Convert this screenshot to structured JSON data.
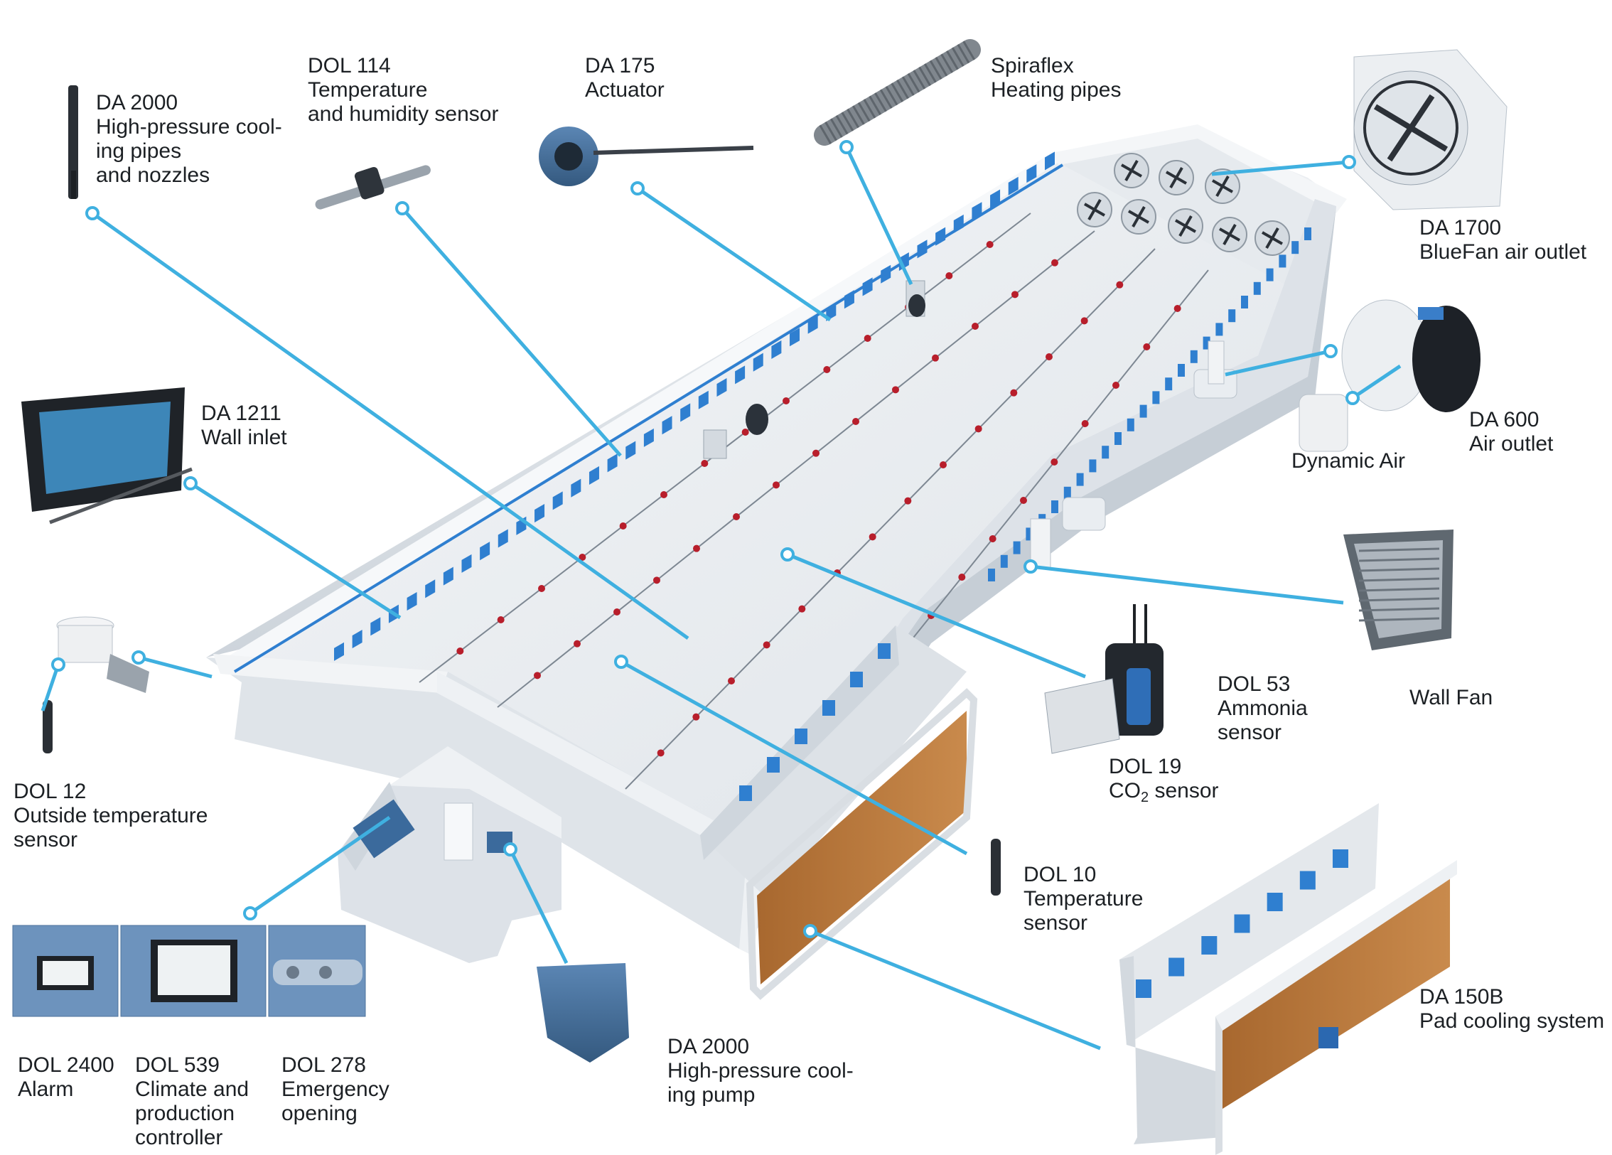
{
  "colors": {
    "callout": "#3fb0e0",
    "barn_wall": "#e9edf1",
    "barn_shadow": "#c9d0d7",
    "window_blue": "#2f7fd0",
    "pad_brown": "#b9793e",
    "device_blue": "#3f6e9f",
    "nozzle_red": "#b81e2b"
  },
  "labels": {
    "da2000_pipes": [
      "DA 2000",
      "High-pressure cool-",
      "ing pipes",
      "and nozzles"
    ],
    "dol114": [
      "DOL 114",
      "Temperature",
      "and humidity sensor"
    ],
    "da175": [
      "DA 175",
      "Actuator"
    ],
    "spiraflex": [
      "Spiraflex",
      "Heating pipes"
    ],
    "da1700": [
      "DA 1700",
      "BlueFan air outlet"
    ],
    "da600": [
      "DA 600",
      "Air outlet"
    ],
    "dynamic_air": [
      "Dynamic Air"
    ],
    "da1211": [
      "DA 1211",
      "Wall inlet"
    ],
    "wall_fan": [
      "Wall Fan"
    ],
    "dol53": [
      "DOL 53",
      "Ammonia",
      "sensor"
    ],
    "dol19_line1": "DOL 19",
    "dol19_co": "CO",
    "dol19_sub": "2",
    "dol19_sensor": " sensor",
    "dol12": [
      "DOL 12",
      "Outside temperature",
      "sensor"
    ],
    "dol10": [
      "DOL 10",
      "Temperature",
      "sensor"
    ],
    "dol2400": [
      "DOL 2400",
      "Alarm"
    ],
    "dol539": [
      "DOL 539",
      "Climate and",
      "production",
      "controller"
    ],
    "dol278": [
      "DOL 278",
      "Emergency",
      "opening"
    ],
    "da2000_pump": [
      "DA 2000",
      "High-pressure cool-",
      "ing pump"
    ],
    "da150b": [
      "DA 150B",
      "Pad cooling system"
    ]
  }
}
